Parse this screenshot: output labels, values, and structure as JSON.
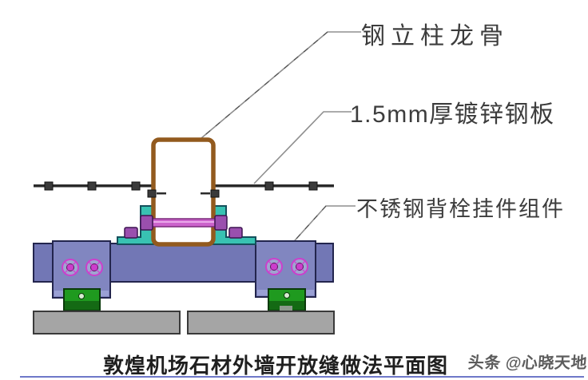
{
  "annotations": [
    {
      "text": "钢立柱龙骨"
    },
    {
      "text": "1.5mm厚镀锌钢板"
    },
    {
      "text": "不锈钢背栓挂件组件"
    }
  ],
  "caption": "敦煌机场石材外墙开放缝做法平面图",
  "watermark": "头条 @心晓天地",
  "colors": {
    "column_brown": "#925a1e",
    "teal": "#38c2b2",
    "magenta_rod": "#cb63cb",
    "purple_bolt": "#9a4fae",
    "bar_purple": "#7277b5",
    "plate_purple": "#8186c0",
    "bolt_magenta": "#cc3fcc",
    "clip_green": "#1f9a1f",
    "clip_green_dark": "#146a14",
    "stone_gray": "#a5a5a5",
    "bottom_rule_blue": "#5560c0"
  }
}
